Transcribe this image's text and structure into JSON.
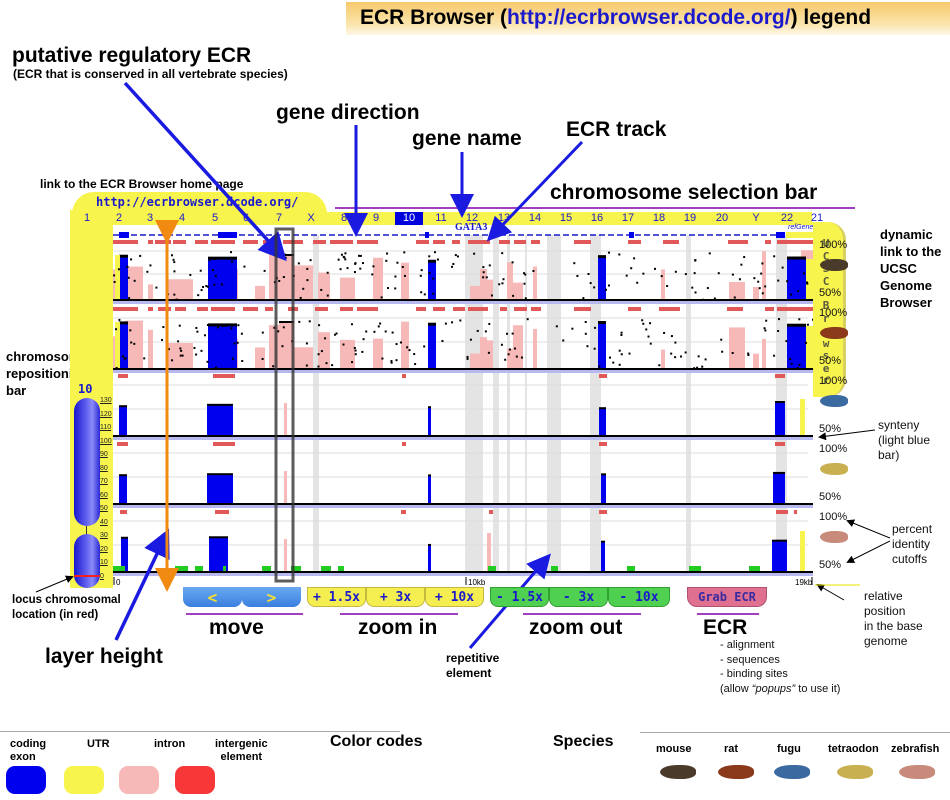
{
  "title": {
    "prefix": "ECR Browser (",
    "url": "http://ecrbrowser.dcode.org/",
    "suffix": ") legend"
  },
  "annotations": {
    "putative_ecr": "putative regulatory ECR",
    "putative_ecr_sub": "(ECR that is conserved in all vertebrate species)",
    "gene_direction": "gene direction",
    "gene_name": "gene name",
    "ecr_track": "ECR track",
    "home_link_note": "link to the ECR Browser home page",
    "chrom_selection_bar": "chromosome selection bar",
    "ucsc_note": [
      "dynamic",
      "link to the",
      "UCSC",
      "Genome",
      "Browser"
    ],
    "repositioning": [
      "chromosome",
      "repositioning",
      "bar"
    ],
    "synteny": [
      "synteny",
      "(light blue",
      "bar)"
    ],
    "percent_identity": [
      "percent",
      "identity",
      "cutoffs"
    ],
    "locus": [
      "locus chromosomal",
      "location (in red)"
    ],
    "layer_height": "layer height",
    "relative_position": [
      "relative",
      "position",
      "in the base",
      "genome"
    ],
    "repetitive": [
      "repetitive",
      "element"
    ],
    "ecr_features": [
      "- alignment",
      "- sequences",
      "- binding sites"
    ],
    "ecr_popups_prefix": "(allow ",
    "ecr_popups_em": "“popups”",
    "ecr_popups_suffix": " to use it)"
  },
  "browser": {
    "home_url": "http://ecrbrowser.dcode.org/",
    "chromosomes": [
      "1",
      "2",
      "3",
      "4",
      "5",
      "6",
      "7",
      "X",
      "8",
      "9",
      "10",
      "11",
      "12",
      "13",
      "14",
      "15",
      "16",
      "17",
      "18",
      "19",
      "20",
      "Y",
      "22",
      "21"
    ],
    "selected_chromosome": "10",
    "gene_name": "GATA3",
    "gene_track_label": "refGene",
    "ucsc_button_text": "UCSC Browser",
    "repositioning_chromosome": "10",
    "repositioning_ticks": [
      "130",
      "120",
      "110",
      "100",
      "90",
      "80",
      "70",
      "60",
      "50",
      "40",
      "30",
      "20",
      "10",
      "0"
    ],
    "locus_position_mb": 7,
    "axis_labels": {
      "start": "0",
      "mid": "10kb",
      "end": "19kb"
    },
    "tracks": [
      {
        "species": "mouse",
        "top_pct": "100%",
        "bottom_pct": "50%"
      },
      {
        "species": "rat",
        "top_pct": "100%",
        "bottom_pct": "50%"
      },
      {
        "species": "fugu",
        "top_pct": "100%",
        "bottom_pct": "50%"
      },
      {
        "species": "tetraodon",
        "top_pct": "100%",
        "bottom_pct": "50%"
      },
      {
        "species": "zebrafish",
        "top_pct": "100%",
        "bottom_pct": "50%"
      }
    ]
  },
  "buttons": {
    "move_left": "<",
    "move_right": ">",
    "zoom_in": [
      "+ 1.5x",
      "+ 3x",
      "+ 10x"
    ],
    "zoom_out": [
      "- 1.5x",
      "- 3x",
      "- 10x"
    ],
    "grab_ecr": "Grab ECR"
  },
  "button_groups": {
    "move": "move",
    "zoom_in": "zoom in",
    "zoom_out": "zoom out",
    "ecr": "ECR"
  },
  "legend": {
    "color_codes_title": "Color codes",
    "species_title": "Species",
    "colors": [
      {
        "label": [
          "coding",
          "exon"
        ],
        "color": "#0000ee"
      },
      {
        "label": [
          "UTR"
        ],
        "color": "#f8f44e"
      },
      {
        "label": [
          "intron"
        ],
        "color": "#f7b8b8"
      },
      {
        "label": [
          "intergenic",
          "element"
        ],
        "color": "#f83838"
      }
    ],
    "species": [
      "mouse",
      "rat",
      "fugu",
      "tetraodon",
      "zebrafish"
    ]
  },
  "colors": {
    "accent_blue": "#1a1acc",
    "exon": "#0000ee",
    "utr": "#f8f44e",
    "intron": "#f7b8b8",
    "intergenic": "#f83838",
    "synteny": "#b8b8f0",
    "repeat": "#e4e4e4",
    "ecr_bar": "#e05858"
  }
}
